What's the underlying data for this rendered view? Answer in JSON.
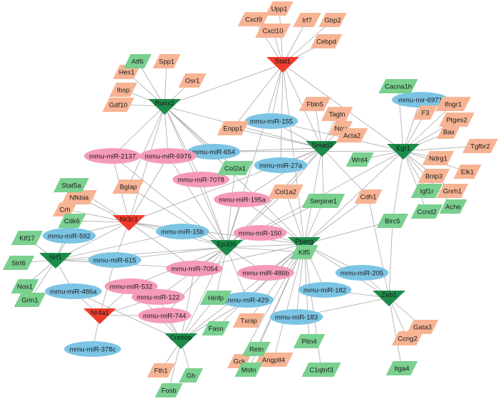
{
  "colors": {
    "tf": "#1c8c4a",
    "tf_upregulated": "#f03b2c",
    "mirna_down": "#7cc4e4",
    "mirna_up": "#f59bb7",
    "gene_up": "#f7b494",
    "gene_down": "#7ad08f",
    "edge": "#a8a8a8"
  },
  "nodes": [
    {
      "id": "Stat1",
      "label": "Stat1",
      "kind": "tf_upregulated"
    },
    {
      "id": "Runx2",
      "label": "Runx2",
      "kind": "tf"
    },
    {
      "id": "Egr1",
      "label": "Egr1",
      "kind": "tf"
    },
    {
      "id": "Smad3",
      "label": "Smad3",
      "kind": "tf"
    },
    {
      "id": "Nr3c1",
      "label": "Nr3c1",
      "kind": "tf_upregulated"
    },
    {
      "id": "Ep300",
      "label": "Ep300",
      "kind": "tf"
    },
    {
      "id": "Pparg",
      "label": "Pparg",
      "kind": "tf"
    },
    {
      "id": "Nrf1",
      "label": "Nrf1",
      "kind": "tf"
    },
    {
      "id": "Nr4a1",
      "label": "Nr4a1",
      "kind": "tf_upregulated"
    },
    {
      "id": "Crebbp",
      "label": "Crebbp",
      "kind": "tf"
    },
    {
      "id": "Zeb1",
      "label": "Zeb1",
      "kind": "tf"
    },
    {
      "id": "mir155",
      "label": "mmu-miR-155",
      "kind": "mirna_down"
    },
    {
      "id": "mir654",
      "label": "mmu-miR-654",
      "kind": "mirna_down"
    },
    {
      "id": "mir27a",
      "label": "mmu-miR-27a",
      "kind": "mirna_down"
    },
    {
      "id": "mir6971",
      "label": "mmu-mir-6971",
      "kind": "mirna_down"
    },
    {
      "id": "mir592",
      "label": "mmu-miR-592",
      "kind": "mirna_down"
    },
    {
      "id": "mir15b",
      "label": "mmu-miR-15b",
      "kind": "mirna_down"
    },
    {
      "id": "mir615",
      "label": "mmu-miR-615",
      "kind": "mirna_down"
    },
    {
      "id": "mir486a",
      "label": "mmu-miR-486a",
      "kind": "mirna_down"
    },
    {
      "id": "mir205",
      "label": "mmu-miR-205",
      "kind": "mirna_down"
    },
    {
      "id": "mir182",
      "label": "mmu-miR-182",
      "kind": "mirna_down"
    },
    {
      "id": "mir429",
      "label": "mmu-miR-429",
      "kind": "mirna_down"
    },
    {
      "id": "mir183",
      "label": "mmu-miR-183",
      "kind": "mirna_down"
    },
    {
      "id": "mir378c",
      "label": "mmu-miR-378c",
      "kind": "mirna_down"
    },
    {
      "id": "mir2137",
      "label": "mmu-miR-2137",
      "kind": "mirna_up"
    },
    {
      "id": "mir6976",
      "label": "mmu-miR-6976",
      "kind": "mirna_up"
    },
    {
      "id": "mir7078",
      "label": "mmu-miR-7078",
      "kind": "mirna_up"
    },
    {
      "id": "mir195a",
      "label": "mmu-miR-195a",
      "kind": "mirna_up"
    },
    {
      "id": "mir150",
      "label": "mmu-miR-150",
      "kind": "mirna_up"
    },
    {
      "id": "mir7054",
      "label": "mmu-miR-7054",
      "kind": "mirna_up"
    },
    {
      "id": "mir486b",
      "label": "mmu-miR-486b",
      "kind": "mirna_up"
    },
    {
      "id": "mir532",
      "label": "mmu-miR-532",
      "kind": "mirna_up"
    },
    {
      "id": "mir122",
      "label": "mmu-miR-122",
      "kind": "mirna_up"
    },
    {
      "id": "mir744",
      "label": "mmu-miR-744",
      "kind": "mirna_up"
    },
    {
      "id": "Upp1",
      "label": "Upp1",
      "kind": "gene_up"
    },
    {
      "id": "Cxcl9",
      "label": "Cxcl9",
      "kind": "gene_up"
    },
    {
      "id": "Irf7",
      "label": "Irf7",
      "kind": "gene_up"
    },
    {
      "id": "Gbp2",
      "label": "Gbp2",
      "kind": "gene_up"
    },
    {
      "id": "Cxcl10",
      "label": "Cxcl10",
      "kind": "gene_up"
    },
    {
      "id": "Cebpd",
      "label": "Cebpd",
      "kind": "gene_up"
    },
    {
      "id": "Spp1",
      "label": "Spp1",
      "kind": "gene_up"
    },
    {
      "id": "Hes1",
      "label": "Hes1",
      "kind": "gene_up"
    },
    {
      "id": "Osr1",
      "label": "Osr1",
      "kind": "gene_up"
    },
    {
      "id": "Ibsp",
      "label": "Ibsp",
      "kind": "gene_up"
    },
    {
      "id": "Gdf10",
      "label": "Gdf10",
      "kind": "gene_up"
    },
    {
      "id": "Fbln5",
      "label": "Fbln5",
      "kind": "gene_up"
    },
    {
      "id": "Tagln",
      "label": "Tagln",
      "kind": "gene_up"
    },
    {
      "id": "Nov",
      "label": "Nov",
      "kind": "gene_up"
    },
    {
      "id": "Acta2",
      "label": "Acta2",
      "kind": "gene_up"
    },
    {
      "id": "Enpp1",
      "label": "Enpp1",
      "kind": "gene_up"
    },
    {
      "id": "Ifngr1",
      "label": "Ifngr1",
      "kind": "gene_up"
    },
    {
      "id": "F3",
      "label": "F3",
      "kind": "gene_up"
    },
    {
      "id": "Ptges2",
      "label": "Ptges2",
      "kind": "gene_up"
    },
    {
      "id": "Bax",
      "label": "Bax",
      "kind": "gene_up"
    },
    {
      "id": "Tgfbr2",
      "label": "Tgfbr2",
      "kind": "gene_up"
    },
    {
      "id": "Ndrg1",
      "label": "Ndrg1",
      "kind": "gene_up"
    },
    {
      "id": "Bnip3",
      "label": "Bnip3",
      "kind": "gene_up"
    },
    {
      "id": "Elk1",
      "label": "Elk1",
      "kind": "gene_up"
    },
    {
      "id": "Gnrh1",
      "label": "Gnrh1",
      "kind": "gene_up"
    },
    {
      "id": "Bglap",
      "label": "Bglap",
      "kind": "gene_up"
    },
    {
      "id": "Col1a2",
      "label": "Col1a2",
      "kind": "gene_up"
    },
    {
      "id": "Cdh1",
      "label": "Cdh1",
      "kind": "gene_up"
    },
    {
      "id": "Nfkbia",
      "label": "Nfkbia",
      "kind": "gene_up"
    },
    {
      "id": "Crh",
      "label": "Crh",
      "kind": "gene_up"
    },
    {
      "id": "Txnip",
      "label": "Txnip",
      "kind": "gene_up"
    },
    {
      "id": "Fth1",
      "label": "Fth1",
      "kind": "gene_up"
    },
    {
      "id": "Gck",
      "label": "Gck",
      "kind": "gene_up"
    },
    {
      "id": "Angptl4",
      "label": "Angptl4",
      "kind": "gene_up"
    },
    {
      "id": "Gata3",
      "label": "Gata3",
      "kind": "gene_up"
    },
    {
      "id": "Ccng2",
      "label": "Ccng2",
      "kind": "gene_up"
    },
    {
      "id": "Atf6",
      "label": "Atf6",
      "kind": "gene_down"
    },
    {
      "id": "Cacna1h",
      "label": "Cacna1h",
      "kind": "gene_down"
    },
    {
      "id": "Wnt4",
      "label": "Wnt4",
      "kind": "gene_down"
    },
    {
      "id": "Col2a1",
      "label": "Col2a1",
      "kind": "gene_down"
    },
    {
      "id": "Igf1r",
      "label": "Igf1r",
      "kind": "gene_down"
    },
    {
      "id": "Ccnd2",
      "label": "Ccnd2",
      "kind": "gene_down"
    },
    {
      "id": "Ache",
      "label": "Ache",
      "kind": "gene_down"
    },
    {
      "id": "Stat5a",
      "label": "Stat5a",
      "kind": "gene_down"
    },
    {
      "id": "Cdk6",
      "label": "Cdk6",
      "kind": "gene_down"
    },
    {
      "id": "Serpine1",
      "label": "Serpine1",
      "kind": "gene_down"
    },
    {
      "id": "Birc5",
      "label": "Birc5",
      "kind": "gene_down"
    },
    {
      "id": "Kif17",
      "label": "Kif17",
      "kind": "gene_down"
    },
    {
      "id": "Klf5",
      "label": "Klf5",
      "kind": "gene_down"
    },
    {
      "id": "Sirt6",
      "label": "Sirt6",
      "kind": "gene_down"
    },
    {
      "id": "Nos1",
      "label": "Nos1",
      "kind": "gene_down"
    },
    {
      "id": "Grin1",
      "label": "Grin1",
      "kind": "gene_down"
    },
    {
      "id": "Hinfp",
      "label": "Hinfp",
      "kind": "gene_down"
    },
    {
      "id": "Fasn",
      "label": "Fasn",
      "kind": "gene_down"
    },
    {
      "id": "Plin4",
      "label": "Plin4",
      "kind": "gene_down"
    },
    {
      "id": "Retn",
      "label": "Retn",
      "kind": "gene_down"
    },
    {
      "id": "Mstn",
      "label": "Mstn",
      "kind": "gene_down"
    },
    {
      "id": "C1qtnf3",
      "label": "C1qtnf3",
      "kind": "gene_down"
    },
    {
      "id": "Itga4",
      "label": "Itga4",
      "kind": "gene_down"
    },
    {
      "id": "Gh",
      "label": "Gh",
      "kind": "gene_down"
    },
    {
      "id": "Fosb",
      "label": "Fosb",
      "kind": "gene_down"
    }
  ],
  "edges": [
    [
      "Stat1",
      "Upp1"
    ],
    [
      "Stat1",
      "Cxcl9"
    ],
    [
      "Stat1",
      "Irf7"
    ],
    [
      "Stat1",
      "Gbp2"
    ],
    [
      "Stat1",
      "Cxcl10"
    ],
    [
      "Stat1",
      "Cebpd"
    ],
    [
      "Stat1",
      "Runx2"
    ],
    [
      "Stat1",
      "Egr1"
    ],
    [
      "Stat1",
      "Smad3"
    ],
    [
      "Stat1",
      "mir155"
    ],
    [
      "Stat1",
      "Enpp1"
    ],
    [
      "Stat1",
      "Ep300"
    ],
    [
      "Stat1",
      "Pparg"
    ],
    [
      "Stat1",
      "mir27a"
    ],
    [
      "Runx2",
      "Spp1"
    ],
    [
      "Runx2",
      "Atf6"
    ],
    [
      "Runx2",
      "Hes1"
    ],
    [
      "Runx2",
      "Osr1"
    ],
    [
      "Runx2",
      "Ibsp"
    ],
    [
      "Runx2",
      "Gdf10"
    ],
    [
      "Runx2",
      "mir2137"
    ],
    [
      "Runx2",
      "mir6976"
    ],
    [
      "Runx2",
      "mir654"
    ],
    [
      "Runx2",
      "Bglap"
    ],
    [
      "Runx2",
      "Nr3c1"
    ],
    [
      "Runx2",
      "Ep300"
    ],
    [
      "Runx2",
      "mir7078"
    ],
    [
      "Runx2",
      "Col2a1"
    ],
    [
      "Runx2",
      "Pparg"
    ],
    [
      "Runx2",
      "Smad3"
    ],
    [
      "Egr1",
      "Cacna1h"
    ],
    [
      "Egr1",
      "mir6971"
    ],
    [
      "Egr1",
      "Ifngr1"
    ],
    [
      "Egr1",
      "F3"
    ],
    [
      "Egr1",
      "Ptges2"
    ],
    [
      "Egr1",
      "Bax"
    ],
    [
      "Egr1",
      "Tgfbr2"
    ],
    [
      "Egr1",
      "Ndrg1"
    ],
    [
      "Egr1",
      "Bnip3"
    ],
    [
      "Egr1",
      "Elk1"
    ],
    [
      "Egr1",
      "Gnrh1"
    ],
    [
      "Egr1",
      "Igf1r"
    ],
    [
      "Egr1",
      "Ccnd2"
    ],
    [
      "Egr1",
      "Ache"
    ],
    [
      "Egr1",
      "mir155"
    ],
    [
      "Egr1",
      "mir654"
    ],
    [
      "Egr1",
      "Wnt4"
    ],
    [
      "Egr1",
      "Pparg"
    ],
    [
      "Egr1",
      "Birc5"
    ],
    [
      "Egr1",
      "Ep300"
    ],
    [
      "Smad3",
      "Fbln5"
    ],
    [
      "Smad3",
      "Tagln"
    ],
    [
      "Smad3",
      "Nov"
    ],
    [
      "Smad3",
      "Acta2"
    ],
    [
      "Smad3",
      "Enpp1"
    ],
    [
      "Smad3",
      "mir155"
    ],
    [
      "Smad3",
      "mir654"
    ],
    [
      "Smad3",
      "mir27a"
    ],
    [
      "Smad3",
      "Cdh1"
    ],
    [
      "Smad3",
      "Col1a2"
    ],
    [
      "Smad3",
      "Serpine1"
    ],
    [
      "Smad3",
      "Ep300"
    ],
    [
      "Smad3",
      "Pparg"
    ],
    [
      "Smad3",
      "mir195a"
    ],
    [
      "Smad3",
      "Nr3c1"
    ],
    [
      "Nr3c1",
      "Stat5a"
    ],
    [
      "Nr3c1",
      "Nfkbia"
    ],
    [
      "Nr3c1",
      "Crh"
    ],
    [
      "Nr3c1",
      "Cdk6"
    ],
    [
      "Nr3c1",
      "mir2137"
    ],
    [
      "Nr3c1",
      "mir6976"
    ],
    [
      "Nr3c1",
      "mir15b"
    ],
    [
      "Nr3c1",
      "Ep300"
    ],
    [
      "Nr3c1",
      "Pparg"
    ],
    [
      "Nr3c1",
      "mir592"
    ],
    [
      "Nr3c1",
      "mir615"
    ],
    [
      "Nr3c1",
      "Nrf1"
    ],
    [
      "Nr3c1",
      "mir7054"
    ],
    [
      "Ep300",
      "mir2137"
    ],
    [
      "Ep300",
      "mir6976"
    ],
    [
      "Ep300",
      "mir7078"
    ],
    [
      "Ep300",
      "mir195a"
    ],
    [
      "Ep300",
      "mir150"
    ],
    [
      "Ep300",
      "mir15b"
    ],
    [
      "Ep300",
      "mir7054"
    ],
    [
      "Ep300",
      "Klf5"
    ],
    [
      "Ep300",
      "mir486b"
    ],
    [
      "Ep300",
      "mir532"
    ],
    [
      "Ep300",
      "mir122"
    ],
    [
      "Ep300",
      "mir744"
    ],
    [
      "Ep300",
      "Col2a1"
    ],
    [
      "Ep300",
      "Col1a2"
    ],
    [
      "Ep300",
      "Pparg"
    ],
    [
      "Ep300",
      "Crebbp"
    ],
    [
      "Ep300",
      "Nrf1"
    ],
    [
      "Ep300",
      "mir615"
    ],
    [
      "Ep300",
      "mir429"
    ],
    [
      "Ep300",
      "Hinfp"
    ],
    [
      "Ep300",
      "Serpine1"
    ],
    [
      "Ep300",
      "Bglap"
    ],
    [
      "Pparg",
      "mir150"
    ],
    [
      "Pparg",
      "mir195a"
    ],
    [
      "Pparg",
      "Col1a2"
    ],
    [
      "Pparg",
      "Serpine1"
    ],
    [
      "Pparg",
      "Klf5"
    ],
    [
      "Pparg",
      "mir205"
    ],
    [
      "Pparg",
      "mir182"
    ],
    [
      "Pparg",
      "mir183"
    ],
    [
      "Pparg",
      "mir486b"
    ],
    [
      "Pparg",
      "mir429"
    ],
    [
      "Pparg",
      "Plin4"
    ],
    [
      "Pparg",
      "Retn"
    ],
    [
      "Pparg",
      "C1qtnf3"
    ],
    [
      "Pparg",
      "Angptl4"
    ],
    [
      "Pparg",
      "Gck"
    ],
    [
      "Pparg",
      "Txnip"
    ],
    [
      "Pparg",
      "Fasn"
    ],
    [
      "Pparg",
      "Birc5"
    ],
    [
      "Pparg",
      "mir7054"
    ],
    [
      "Pparg",
      "Cdh1"
    ],
    [
      "Pparg",
      "Mstn"
    ],
    [
      "Pparg",
      "Crebbp"
    ],
    [
      "Pparg",
      "Zeb1"
    ],
    [
      "Nrf1",
      "Kif17"
    ],
    [
      "Nrf1",
      "Sirt6"
    ],
    [
      "Nrf1",
      "Nos1"
    ],
    [
      "Nrf1",
      "Grin1"
    ],
    [
      "Nrf1",
      "mir592"
    ],
    [
      "Nrf1",
      "mir615"
    ],
    [
      "Nrf1",
      "mir486a"
    ],
    [
      "Nrf1",
      "mir7054"
    ],
    [
      "Nrf1",
      "mir15b"
    ],
    [
      "Nrf1",
      "Cdk6"
    ],
    [
      "Nr4a1",
      "mir486a"
    ],
    [
      "Nr4a1",
      "mir378c"
    ],
    [
      "Nr4a1",
      "mir744"
    ],
    [
      "Nr4a1",
      "mir122"
    ],
    [
      "Nr4a1",
      "mir532"
    ],
    [
      "Nr4a1",
      "mir615"
    ],
    [
      "Crebbp",
      "Fth1"
    ],
    [
      "Crebbp",
      "Gh"
    ],
    [
      "Crebbp",
      "Fosb"
    ],
    [
      "Crebbp",
      "mir744"
    ],
    [
      "Crebbp",
      "mir532"
    ],
    [
      "Crebbp",
      "mir122"
    ],
    [
      "Crebbp",
      "Hinfp"
    ],
    [
      "Crebbp",
      "mir429"
    ],
    [
      "Crebbp",
      "mir7054"
    ],
    [
      "Crebbp",
      "mir486a"
    ],
    [
      "Zeb1",
      "Gata3"
    ],
    [
      "Zeb1",
      "Ccng2"
    ],
    [
      "Zeb1",
      "Itga4"
    ],
    [
      "Zeb1",
      "mir182"
    ],
    [
      "Zeb1",
      "mir183"
    ],
    [
      "Zeb1",
      "mir205"
    ],
    [
      "Zeb1",
      "Cdh1"
    ],
    [
      "Zeb1",
      "Birc5"
    ]
  ]
}
